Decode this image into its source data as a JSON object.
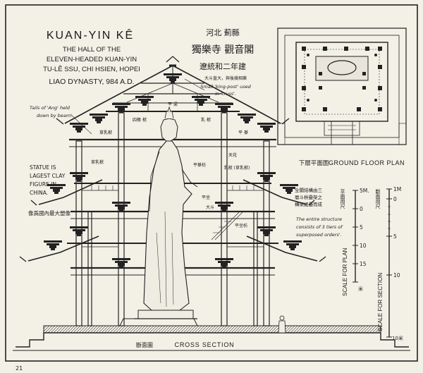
{
  "title": {
    "name": "KUAN-YIN KÊ",
    "line1": "THE HALL OF THE",
    "line2": "ELEVEN-HEADED KUAN-YIN",
    "line3": "TU-LÊ SSU, CHI HSIEN, HOPEI",
    "line4": "LIAO DYNASTY, 984 A.D."
  },
  "chinese_title": {
    "line1": "河北 薊縣",
    "line2": "獨樂寺 觀音閣",
    "line3": "遼統和二年建"
  },
  "annotations": {
    "king_post_cn": "大斗直大，與後幾相樂",
    "king_post_en1": "Small 'king-post' used",
    "king_post_en2": "in 'truss'.",
    "ang_1": "Tails of 'Ang' held",
    "ang_2": "down by beam.",
    "statue_1": "STATUE IS",
    "statue_2": "LAGEST CLAY",
    "statue_3": "FIGURE IN",
    "statue_4": "CHINA.",
    "statue_cn": "像爲國內最大塑像",
    "orders_cn1": "全閣結構由三",
    "orders_cn2": "層斗栱疊架之",
    "orders_cn3": "構架組疊而成",
    "orders_en1": "The entire structure",
    "orders_en2": "consists of 3 tiers of",
    "orders_en3": "superposed orders'.",
    "roof_a": "平 梁",
    "roof_b": "四椽 栿",
    "roof_c": "乳 栿",
    "roof_d": "草乳栿",
    "roof_e": "平 棊",
    "mid_a": "草乳栿",
    "mid_b": "平棊枋",
    "mid_c": "天花",
    "mid_d": "乳栿 (草乳栿)",
    "low_a": "平坐",
    "low_b": "大斗",
    "low_c": "平坐枋"
  },
  "plan": {
    "caption_cn": "下層平面圖",
    "caption_en": "GROUND FLOOR PLAN"
  },
  "section": {
    "caption_cn": "斷面圖",
    "caption_en": "CROSS SECTION"
  },
  "scale_plan": {
    "label_cn": "平面用尺",
    "label_en": "SCALE FOR PLAN",
    "ticks": [
      "5M.",
      "0",
      "5",
      "10",
      "15"
    ],
    "unit_cn": "米"
  },
  "scale_section": {
    "label_cn": "斷面用尺",
    "label_en": "SCALE FOR SECTION",
    "ticks": [
      "1M",
      "0",
      "5",
      "10"
    ],
    "end": "10米"
  },
  "page_number": "21",
  "colors": {
    "ink": "#1d1d1d",
    "paper": "#f3f0e6"
  }
}
